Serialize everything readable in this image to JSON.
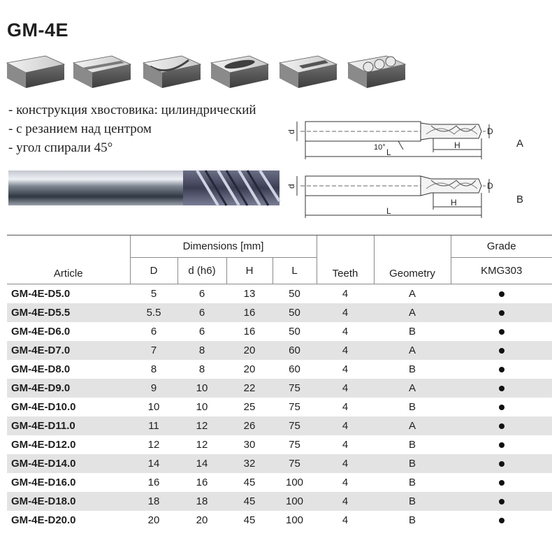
{
  "title": "GM-4E",
  "features": [
    "- конструкция хвостовика: цилиндрический",
    "- с резанием над центром",
    "- угол спирали 45°"
  ],
  "drawing": {
    "label_A": "A",
    "label_B": "B",
    "dim_d": "d",
    "dim_D": "D",
    "dim_H": "H",
    "dim_L": "L",
    "angle": "10°"
  },
  "table": {
    "headers": {
      "article": "Article",
      "dimensions": "Dimensions [mm]",
      "D": "D",
      "d": "d (h6)",
      "H": "H",
      "L": "L",
      "teeth": "Teeth",
      "geometry": "Geometry",
      "grade": "Grade",
      "grade_name": "KMG303"
    },
    "rows": [
      {
        "article": "GM-4E-D5.0",
        "D": "5",
        "d": "6",
        "H": "13",
        "L": "50",
        "teeth": "4",
        "geometry": "A",
        "grade": "available"
      },
      {
        "article": "GM-4E-D5.5",
        "D": "5.5",
        "d": "6",
        "H": "16",
        "L": "50",
        "teeth": "4",
        "geometry": "A",
        "grade": "available"
      },
      {
        "article": "GM-4E-D6.0",
        "D": "6",
        "d": "6",
        "H": "16",
        "L": "50",
        "teeth": "4",
        "geometry": "B",
        "grade": "available"
      },
      {
        "article": "GM-4E-D7.0",
        "D": "7",
        "d": "8",
        "H": "20",
        "L": "60",
        "teeth": "4",
        "geometry": "A",
        "grade": "available"
      },
      {
        "article": "GM-4E-D8.0",
        "D": "8",
        "d": "8",
        "H": "20",
        "L": "60",
        "teeth": "4",
        "geometry": "B",
        "grade": "available"
      },
      {
        "article": "GM-4E-D9.0",
        "D": "9",
        "d": "10",
        "H": "22",
        "L": "75",
        "teeth": "4",
        "geometry": "A",
        "grade": "available"
      },
      {
        "article": "GM-4E-D10.0",
        "D": "10",
        "d": "10",
        "H": "25",
        "L": "75",
        "teeth": "4",
        "geometry": "B",
        "grade": "available"
      },
      {
        "article": "GM-4E-D11.0",
        "D": "11",
        "d": "12",
        "H": "26",
        "L": "75",
        "teeth": "4",
        "geometry": "A",
        "grade": "available"
      },
      {
        "article": "GM-4E-D12.0",
        "D": "12",
        "d": "12",
        "H": "30",
        "L": "75",
        "teeth": "4",
        "geometry": "B",
        "grade": "available"
      },
      {
        "article": "GM-4E-D14.0",
        "D": "14",
        "d": "14",
        "H": "32",
        "L": "75",
        "teeth": "4",
        "geometry": "B",
        "grade": "available"
      },
      {
        "article": "GM-4E-D16.0",
        "D": "16",
        "d": "16",
        "H": "45",
        "L": "100",
        "teeth": "4",
        "geometry": "B",
        "grade": "available"
      },
      {
        "article": "GM-4E-D18.0",
        "D": "18",
        "d": "18",
        "H": "45",
        "L": "100",
        "teeth": "4",
        "geometry": "B",
        "grade": "available"
      },
      {
        "article": "GM-4E-D20.0",
        "D": "20",
        "d": "20",
        "H": "45",
        "L": "100",
        "teeth": "4",
        "geometry": "B",
        "grade": "available"
      }
    ]
  },
  "colors": {
    "row_stripe": "#e3e3e3",
    "rule": "#8a8a8a",
    "block_top": "#d9d9d9",
    "block_side": "#5a5a5a"
  }
}
